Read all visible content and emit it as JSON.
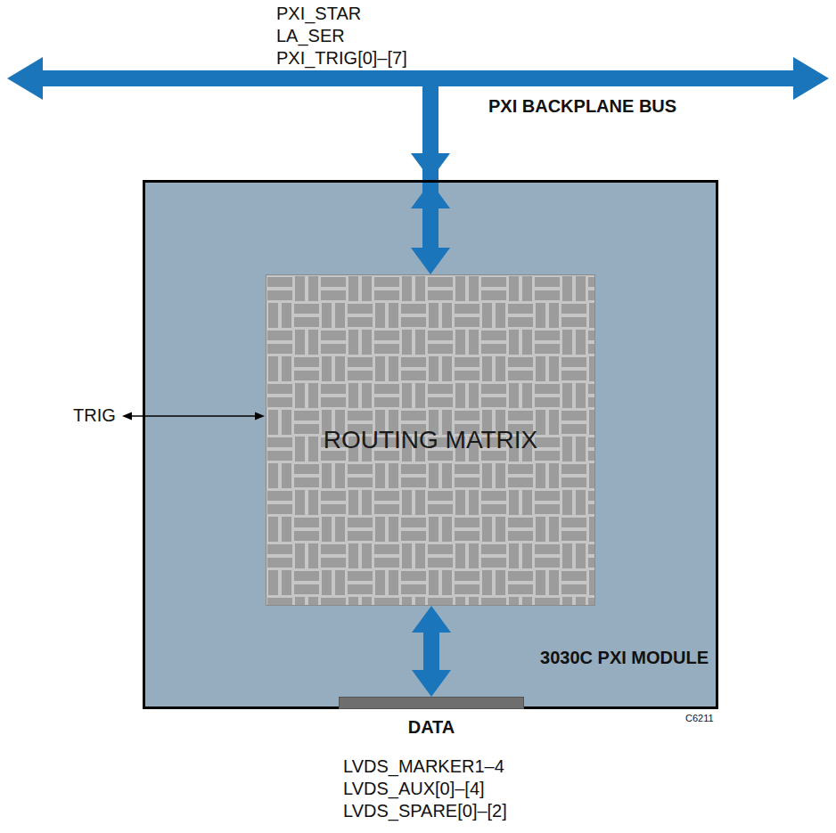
{
  "diagram": {
    "nodes": [
      {
        "text": [
          "PXI BACKPLANE BUS"
        ]
      },
      {
        "text": [
          "3030C PXI MODULE"
        ]
      },
      {
        "text": [
          "ROUTING MATRIX"
        ],
        "in": 1
      },
      {
        "text": [
          "DATA"
        ],
        "in": 1
      }
    ],
    "edges": [
      {
        "from": 0,
        "to": 2,
        "arrow": "both"
      },
      {
        "from": 2,
        "to": 3,
        "arrow": "both"
      }
    ],
    "labels": [
      "PXI_STAR",
      "LA_SER",
      "PXI_TRIG[0]–[7]",
      "TRIG",
      "C6211",
      "LVDS_MARKER1–4",
      "LVDS_AUX[0]–[4]",
      "LVDS_SPARE[0]–[2]"
    ]
  }
}
